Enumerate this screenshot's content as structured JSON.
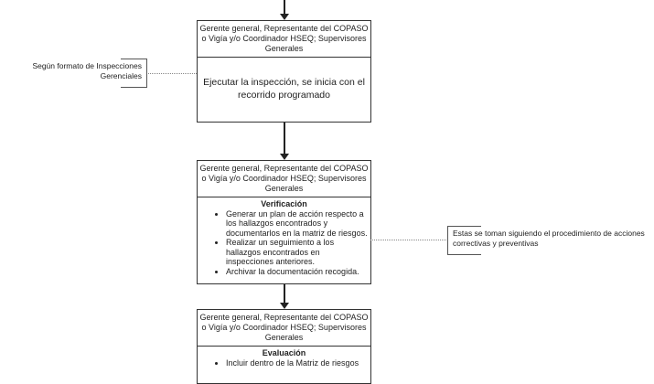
{
  "role_label": "Gerente general, Representante del COPASO o Vigía y/o Coordinador HSEQ; Supervisores Generales",
  "step1": {
    "text": "Ejecutar la inspección, se inicia con el recorrido programado"
  },
  "step2": {
    "title": "Verificación",
    "items": [
      "Generar un plan de acción respecto a los hallazgos encontrados y documentarlos en la matriz de riesgos.",
      "Realizar un seguimiento a los hallazgos encontrados en inspecciones anteriores.",
      "Archivar la documentación recogida."
    ]
  },
  "step3": {
    "title": "Evaluación",
    "items": [
      "Incluir dentro de la Matriz de riesgos"
    ]
  },
  "annotations": {
    "left": "Según formato de Inspecciones Gerenciales",
    "right": "Estas se toman siguiendo el procedimiento de acciones correctivas y preventivas"
  }
}
